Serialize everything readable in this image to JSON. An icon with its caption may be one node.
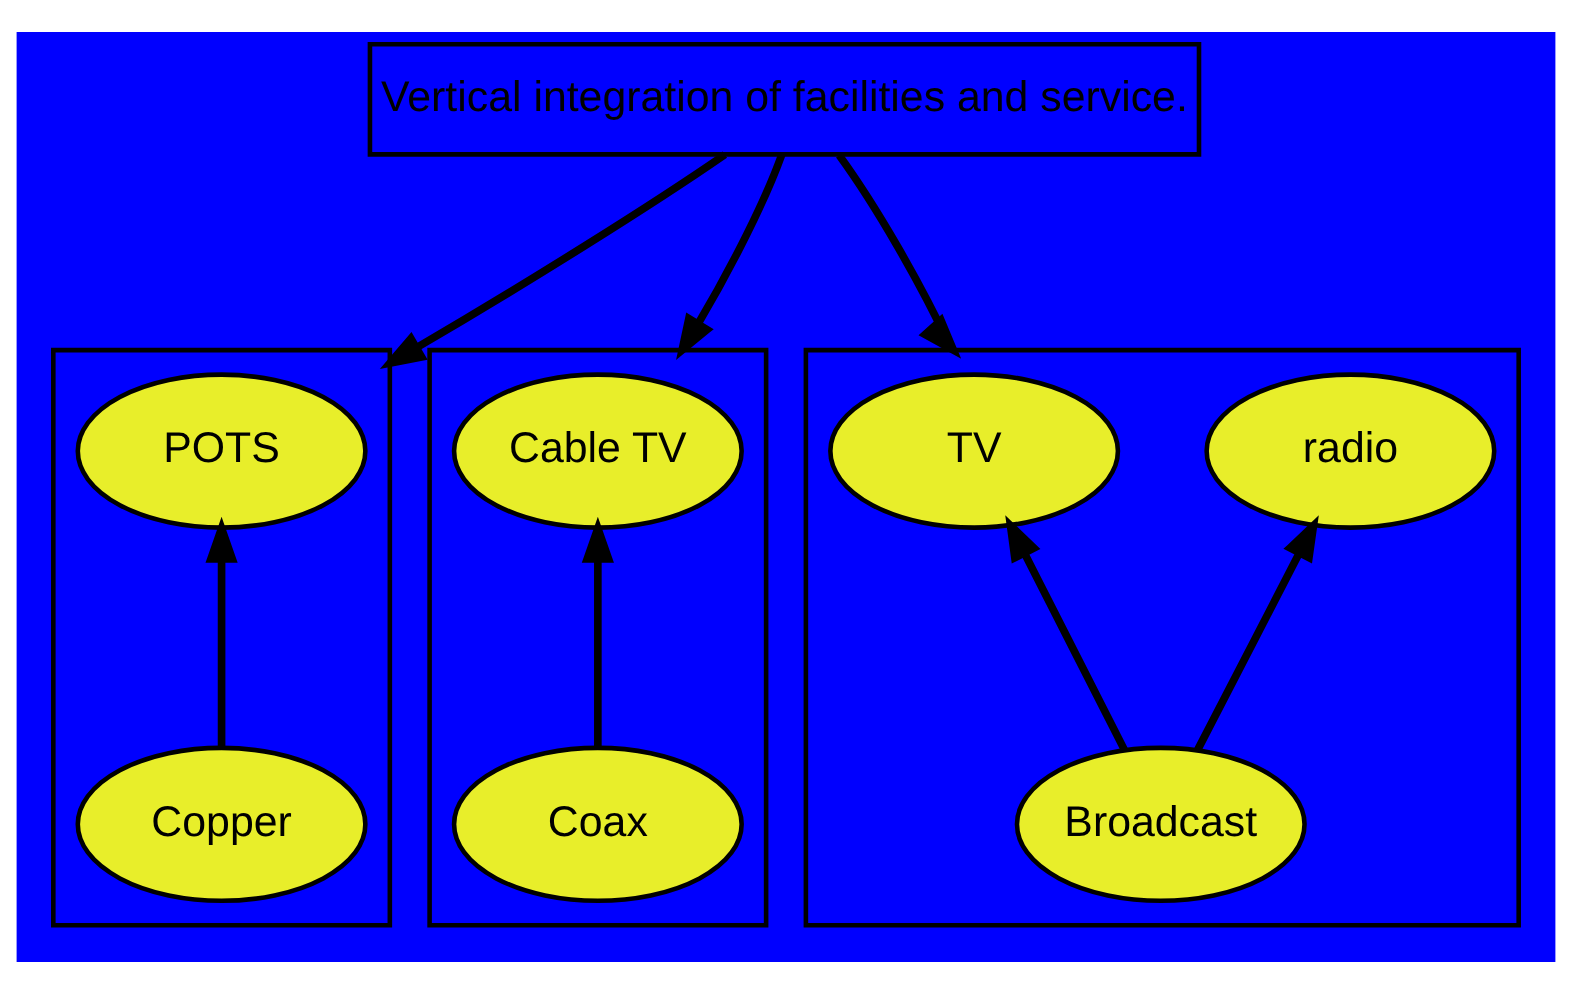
{
  "diagram": {
    "nodes": [
      {
        "text": [
          "Vertical integration of facilities and service."
        ]
      },
      {
        "text": [],
        "shape": "box"
      },
      {
        "text": [
          "POTS"
        ],
        "in": 1
      },
      {
        "text": [
          "Copper"
        ],
        "in": 1
      },
      {
        "text": [],
        "shape": "box"
      },
      {
        "text": [
          "Cable TV"
        ],
        "in": 4
      },
      {
        "text": [
          "Coax"
        ],
        "in": 4
      },
      {
        "text": [],
        "shape": "box"
      },
      {
        "text": [
          "TV"
        ],
        "in": 7
      },
      {
        "text": [
          "radio"
        ],
        "in": 7
      },
      {
        "text": [
          "Broadcast"
        ],
        "in": 7
      }
    ],
    "edges": [
      {
        "from": 0,
        "to": 1,
        "arrow": "to"
      },
      {
        "from": 0,
        "to": 4,
        "arrow": "to"
      },
      {
        "from": 0,
        "to": 7,
        "arrow": "to"
      },
      {
        "from": 3,
        "to": 2,
        "arrow": "to"
      },
      {
        "from": 6,
        "to": 5,
        "arrow": "to"
      },
      {
        "from": 10,
        "to": 8,
        "arrow": "to"
      },
      {
        "from": 10,
        "to": 9,
        "arrow": "to"
      }
    ]
  }
}
